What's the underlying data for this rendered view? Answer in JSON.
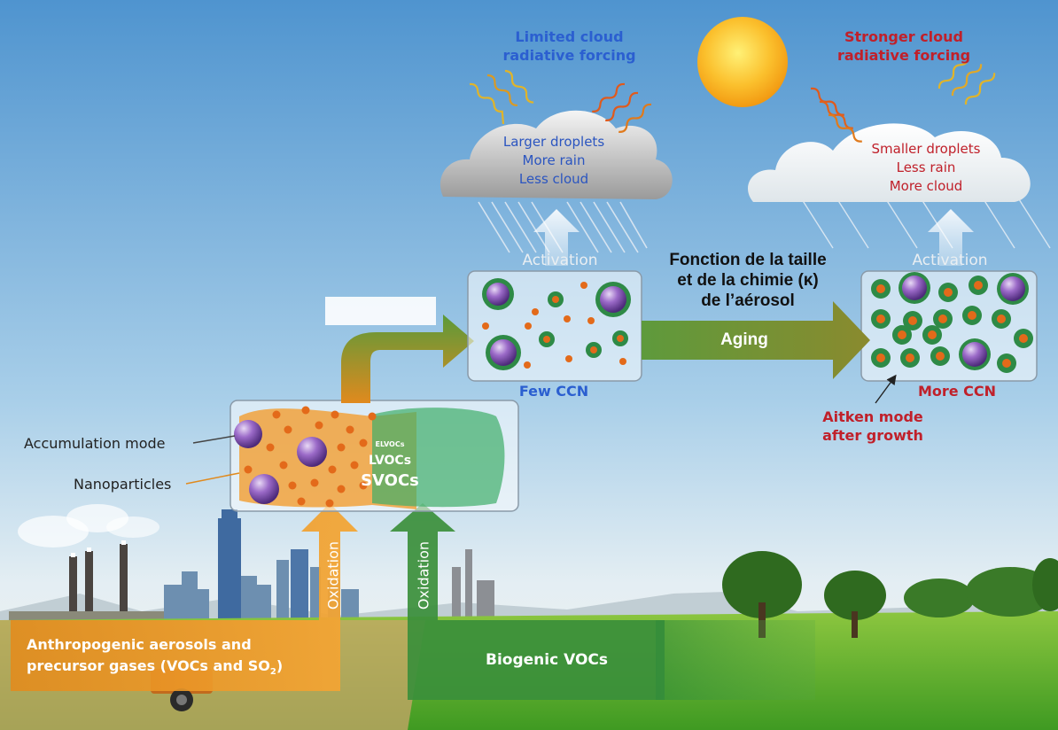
{
  "top": {
    "limited": [
      "Limited cloud",
      "radiative forcing"
    ],
    "stronger": [
      "Stronger cloud",
      "radiative forcing"
    ]
  },
  "cloud_left": [
    "Larger droplets",
    "More rain",
    "Less cloud"
  ],
  "cloud_right": [
    "Smaller droplets",
    "Less rain",
    "More cloud"
  ],
  "activation_label": "Activation",
  "center_text": [
    "Fonction de la taille",
    "et de la chimie (κ)",
    "de l’aérosol"
  ],
  "aging_label": "Aging",
  "few_ccn": "Few CCN",
  "more_ccn": "More CCN",
  "aitken": [
    "Aitken mode",
    "after growth"
  ],
  "accumulation_mode": "Accumulation mode",
  "nanoparticles": "Nanoparticles",
  "voc_labels": {
    "elvocs": "ELVOCs",
    "lvocs": "LVOCs",
    "svocs": "SVOCs"
  },
  "oxidation": "Oxidation",
  "anthropogenic": [
    "Anthropogenic aerosols and",
    "precursor gases (VOCs and SO",
    "2",
    ")"
  ],
  "biogenic": "Biogenic VOCs",
  "colors": {
    "orange": "#e08a1e",
    "green": "#3a9a3a",
    "purple": "#7a4aa8",
    "sky_top": "#5b9fd4",
    "grass": "#5fae2a"
  }
}
